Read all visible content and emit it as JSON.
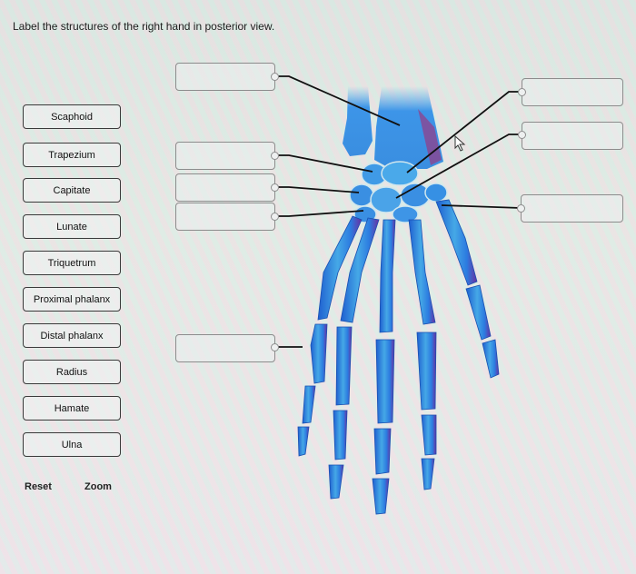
{
  "question": {
    "prompt": "Label the structures of the right hand in posterior view."
  },
  "label_bank": [
    {
      "label": "Scaphoid"
    },
    {
      "label": "Trapezium"
    },
    {
      "label": "Capitate"
    },
    {
      "label": "Lunate"
    },
    {
      "label": "Triquetrum"
    },
    {
      "label": "Proximal phalanx"
    },
    {
      "label": "Distal phalanx"
    },
    {
      "label": "Radius"
    },
    {
      "label": "Hamate"
    },
    {
      "label": "Ulna"
    }
  ],
  "drop_targets": {
    "left": [
      {
        "value": "",
        "points_to": "radius-shaft"
      },
      {
        "value": "",
        "points_to": "carpal-top-left"
      },
      {
        "value": "",
        "points_to": "carpal-mid-left"
      },
      {
        "value": "",
        "points_to": "carpal-bottom-left"
      },
      {
        "value": "",
        "points_to": "little-finger-phalanx"
      }
    ],
    "right": [
      {
        "value": "",
        "points_to": "carpal-proximal-right"
      },
      {
        "value": "",
        "points_to": "carpal-center"
      },
      {
        "value": "",
        "points_to": "carpal-thumb-side"
      }
    ]
  },
  "controls": {
    "reset_label": "Reset",
    "zoom_label": "Zoom"
  },
  "colors": {
    "bone_blue": "#2f7fe0",
    "bone_highlight": "#8fd6e8",
    "bone_shadow": "#b0206a",
    "leader_line": "#111111",
    "tile_border": "#3a3a3a",
    "target_border": "#8c8c8c"
  }
}
